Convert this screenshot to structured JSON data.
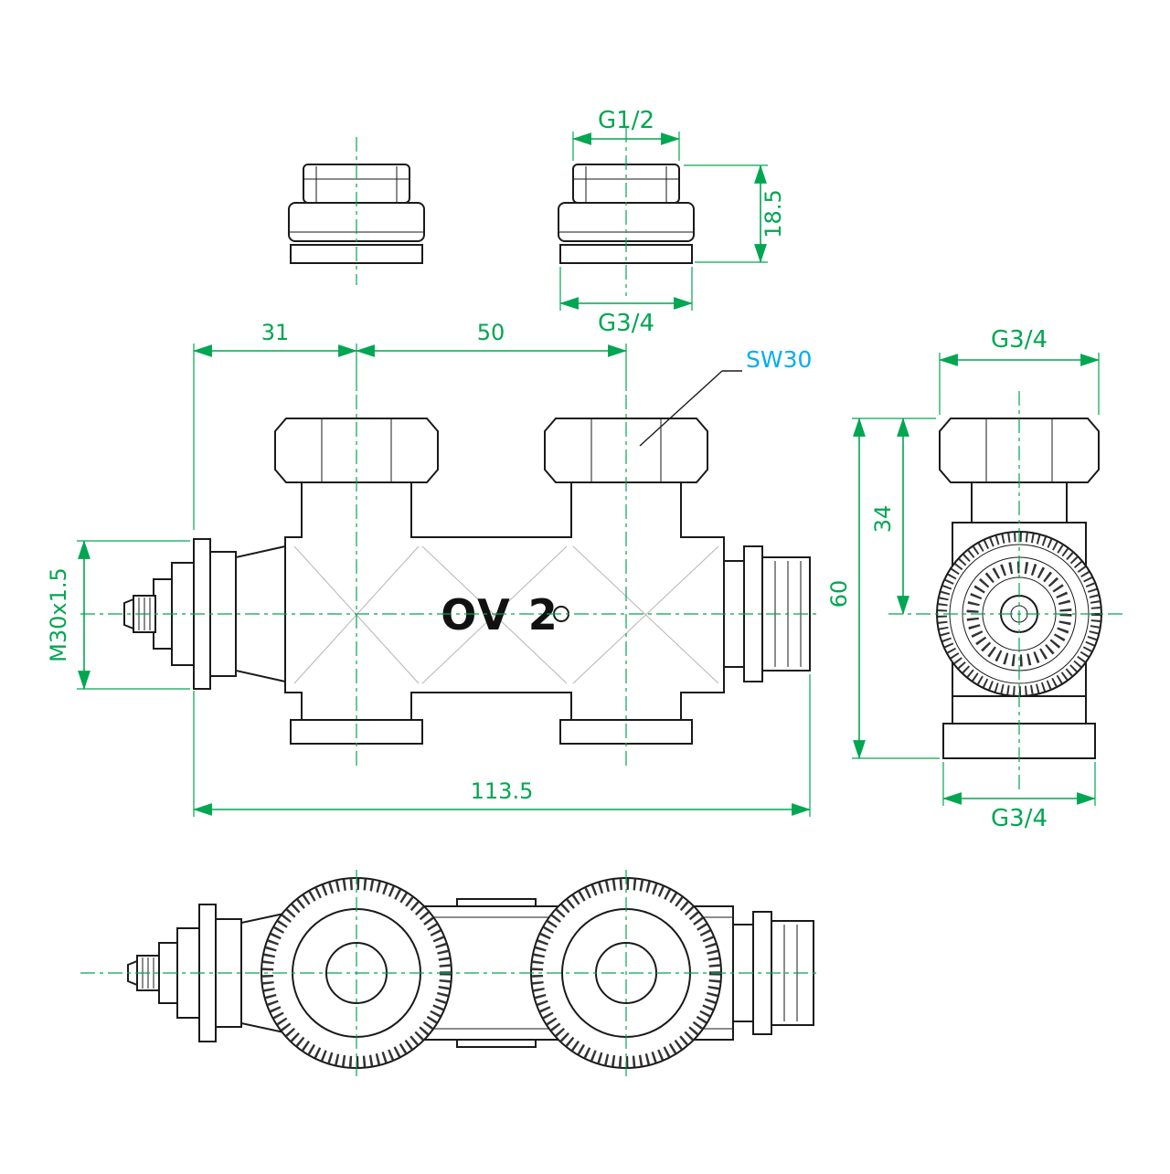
{
  "drawing": {
    "background": "#ffffff",
    "colors": {
      "outline": "#1a1a1a",
      "dimension": "#00a651",
      "callout": "#00aeef"
    },
    "labels": {
      "adapter_top_thread": "G1/2",
      "adapter_height": "18.5",
      "adapter_bottom_thread": "G3/4",
      "front_offset": "31",
      "front_center_distance": "50",
      "front_wrench": "SW30",
      "front_thermostat_thread": "M30x1.5",
      "front_body_mark": "OV 2",
      "front_overall_length": "113.5",
      "side_top_thread": "G3/4",
      "side_axis_height": "34",
      "side_total_height": "60",
      "side_bottom_thread": "G3/4"
    }
  }
}
